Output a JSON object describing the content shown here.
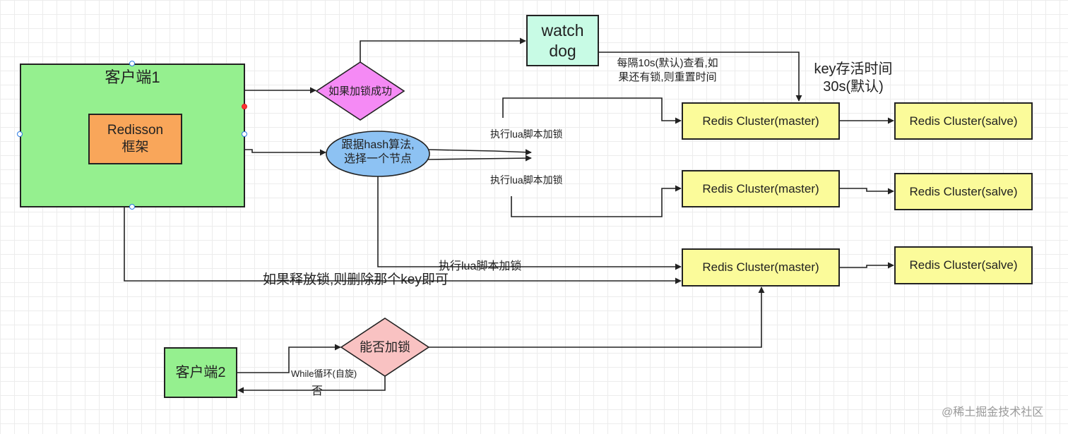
{
  "colors": {
    "client": "#95f08f",
    "redisson": "#f9a65a",
    "watchdog": "#c8fbe5",
    "decision_lock_success": "#f58af5",
    "hash_node": "#8dc2f3",
    "redis": "#fbfb9a",
    "decision_can_lock": "#f9c2c2",
    "selection_handle": "#2a7ae2"
  },
  "nodes": {
    "client1": "客户端1",
    "redisson": "Redisson\n框架",
    "watchdog": "watch\ndog",
    "lock_success": "如果加锁成功",
    "hash_select": "跟据hash算法,\n选择一个节点",
    "master": "Redis Cluster(master)",
    "slave": "Redis Cluster(salve)",
    "client2": "客户端2",
    "can_lock": "能否加锁"
  },
  "labels": {
    "watchdog_note": "每隔10s(默认)查看,如\n果还有锁,则重置时间",
    "key_ttl": "key存活时间\n30s(默认)",
    "exec_lua": "执行lua脚本加锁",
    "release": "如果释放锁,则删除那个key即可",
    "while_loop": "While循环(自旋)",
    "no": "否"
  },
  "watermark": "@稀土掘金技术社区"
}
